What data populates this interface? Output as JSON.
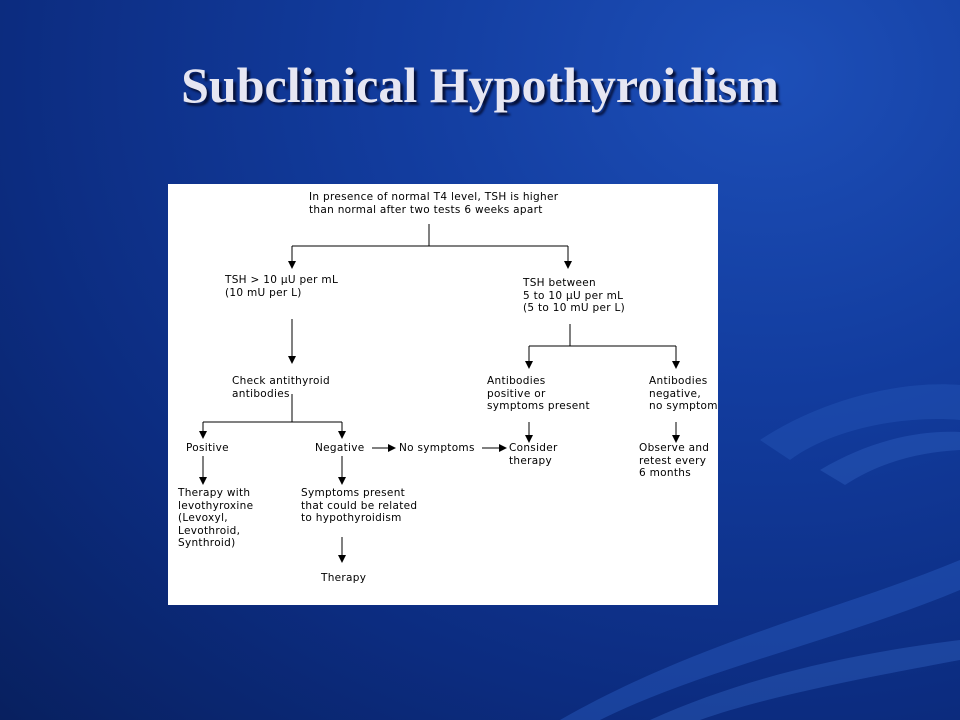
{
  "slide": {
    "title": "Subclinical Hypothyroidism"
  },
  "flowchart": {
    "start": "In presence of normal T4 level, TSH is higher\nthan normal after two tests 6 weeks apart",
    "tsh_high": "TSH > 10 µU per mL\n(10 mU per L)",
    "tsh_between": "TSH between\n5 to 10 µU per mL\n(5 to 10 mU per L)",
    "check_antibodies": "Check antithyroid\nantibodies",
    "antibodies_positive": "Antibodies\npositive or\nsymptoms present",
    "antibodies_negative": "Antibodies\nnegative,\nno symptoms",
    "positive": "Positive",
    "negative": "Negative",
    "no_symptoms": "No symptoms",
    "consider_therapy": "Consider\ntherapy",
    "observe_retest": "Observe and\nretest every\n6 months",
    "therapy_levothyroxine": "Therapy with\nlevothyroxine\n(Levoxyl,\nLevothroid,\nSynthroid)",
    "symptoms_present": "Symptoms present\nthat could be related\nto hypothyroidism",
    "therapy": "Therapy"
  }
}
